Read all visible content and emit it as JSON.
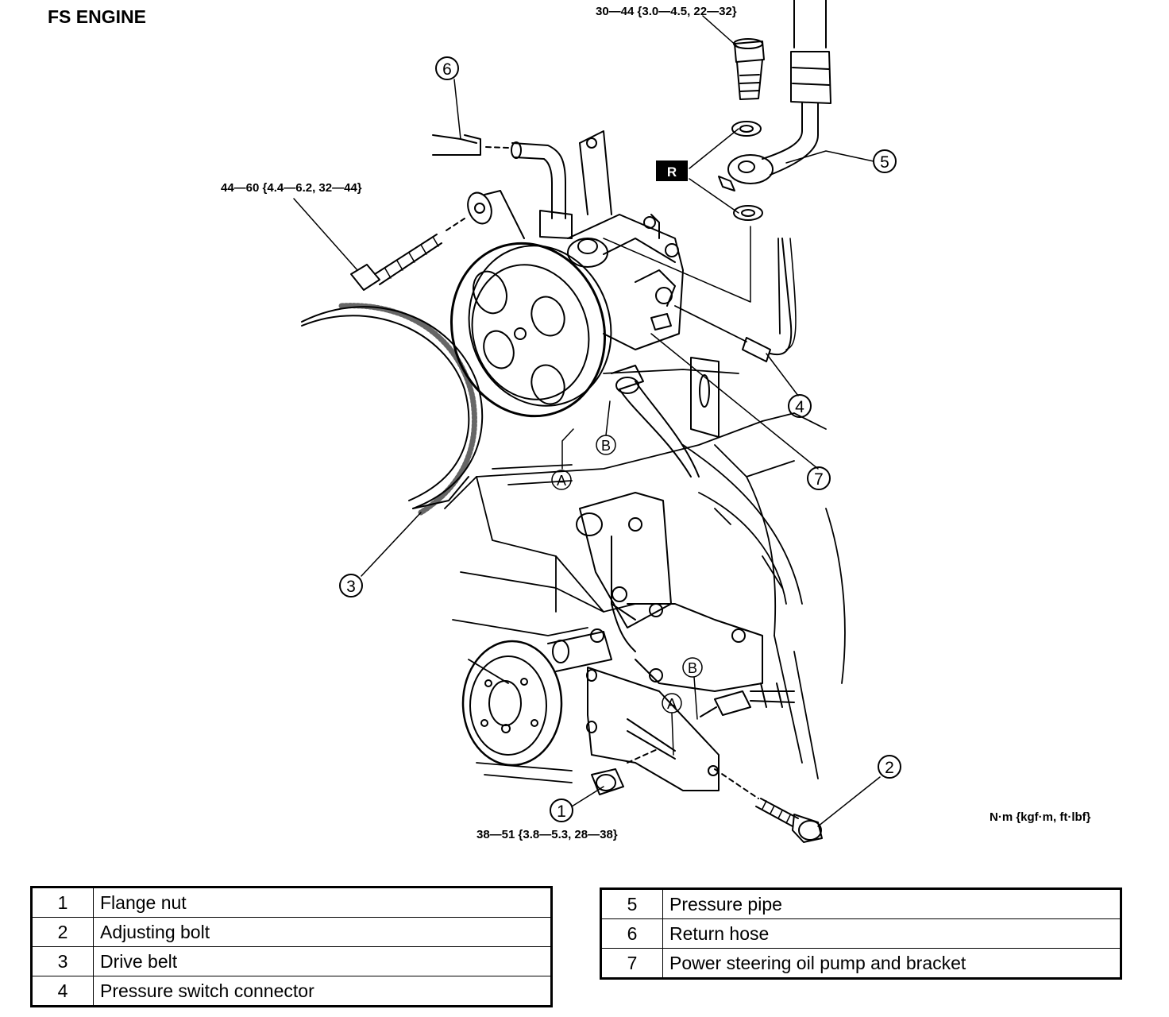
{
  "title": "FS ENGINE",
  "torque_specs": {
    "banjo_bolt": "30—44 {3.0—4.5, 22—32}",
    "pump_bolt": "44—60 {4.4—6.2, 32—44}",
    "flange_nut": "38—51 {3.8—5.3, 28—38}"
  },
  "units": "N·m {kgf·m, ft·lbf}",
  "replace_marker": "R",
  "callouts": [
    "1",
    "2",
    "3",
    "4",
    "5",
    "6",
    "7"
  ],
  "connection_labels": [
    "A",
    "B",
    "A",
    "B"
  ],
  "parts_left": [
    {
      "num": "1",
      "name": "Flange nut"
    },
    {
      "num": "2",
      "name": "Adjusting bolt"
    },
    {
      "num": "3",
      "name": "Drive belt"
    },
    {
      "num": "4",
      "name": "Pressure switch connector"
    }
  ],
  "parts_right": [
    {
      "num": "5",
      "name": "Pressure pipe"
    },
    {
      "num": "6",
      "name": "Return hose"
    },
    {
      "num": "7",
      "name": "Power steering oil pump and bracket"
    }
  ]
}
